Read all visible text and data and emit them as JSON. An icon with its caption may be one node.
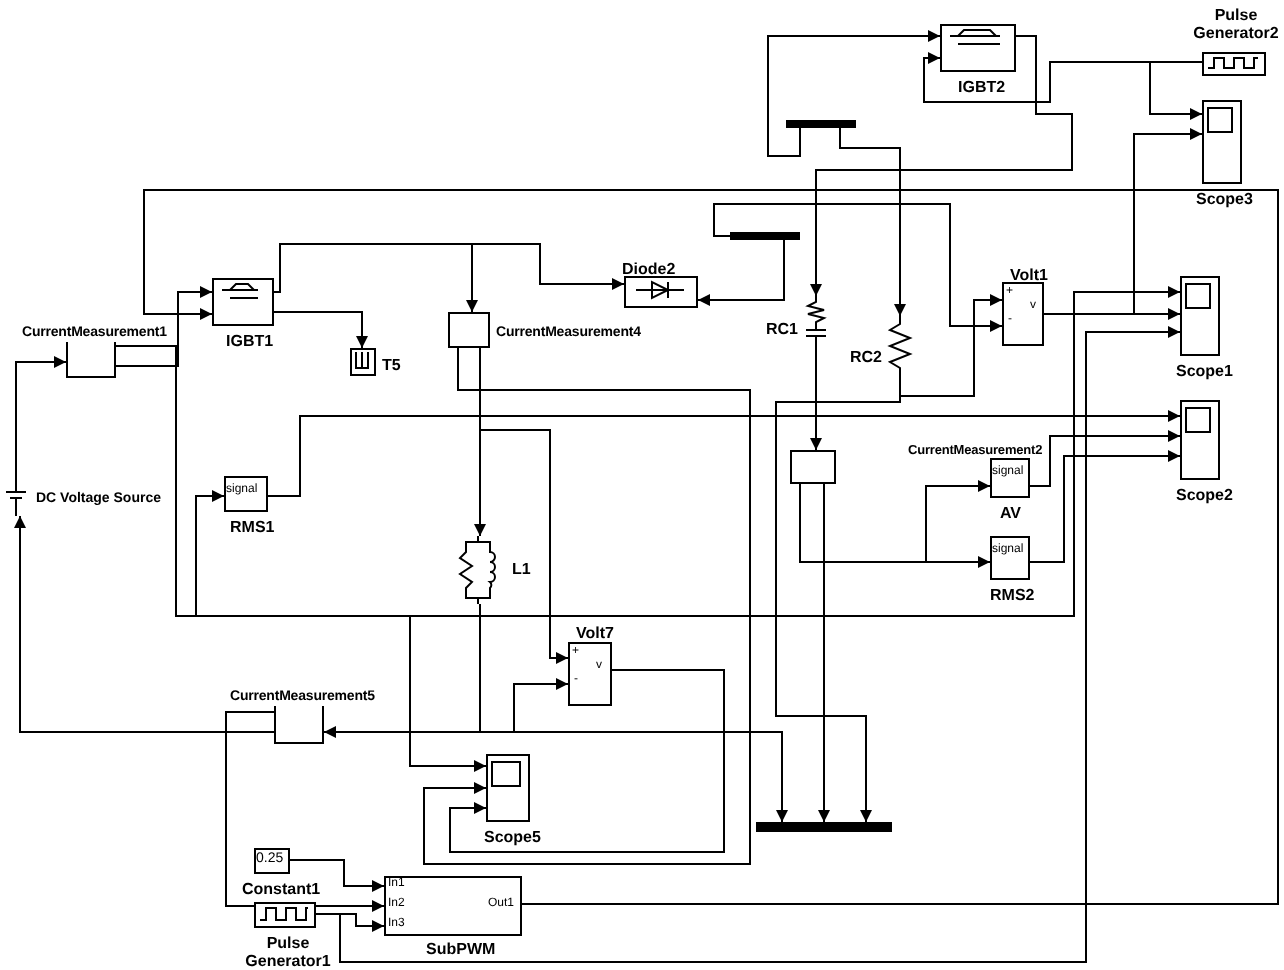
{
  "diagram": {
    "nodes": [
      {
        "text": [
          "DC Voltage Source"
        ]
      },
      {
        "text": [
          "CurrentMeasurement1"
        ]
      },
      {
        "text": [
          "IGBT1"
        ]
      },
      {
        "text": [
          "T5"
        ]
      },
      {
        "text": [
          "CurrentMeasurement4"
        ]
      },
      {
        "text": [
          "Diode2"
        ]
      },
      {
        "text": [
          "RC1"
        ]
      },
      {
        "text": [
          "RC2"
        ]
      },
      {
        "text": [
          "Volt1",
          "+",
          "-",
          "v"
        ]
      },
      {
        "text": [
          "Scope1"
        ]
      },
      {
        "text": [
          "Scope2"
        ]
      },
      {
        "text": [
          "IGBT2"
        ]
      },
      {
        "text": [
          "Pulse Generator2"
        ]
      },
      {
        "text": [
          "Scope3"
        ]
      },
      {
        "text": [
          "signal",
          "RMS1"
        ]
      },
      {
        "text": [
          "L1"
        ]
      },
      {
        "text": [
          "CurrentMeasurement2"
        ]
      },
      {
        "text": [
          "signal",
          "AV"
        ]
      },
      {
        "text": [
          "signal",
          "RMS2"
        ]
      },
      {
        "text": [
          "Volt7",
          "+",
          "-",
          "v"
        ]
      },
      {
        "text": [
          "CurrentMeasurement5"
        ]
      },
      {
        "text": [
          "Scope5"
        ]
      },
      {
        "text": [
          "0.25",
          "Constant1"
        ]
      },
      {
        "text": [
          "SubPWM",
          "In1",
          "In2",
          "In3",
          "Out1"
        ]
      },
      {
        "text": [
          "Pulse Generator1"
        ]
      },
      {
        "text": [],
        "shape": "bar"
      },
      {
        "text": [],
        "shape": "bar"
      },
      {
        "text": [],
        "shape": "bar"
      }
    ],
    "edges": [
      {
        "from": 0,
        "to": 1,
        "arrow": "to"
      },
      {
        "from": 20,
        "to": 0,
        "arrow": "to"
      },
      {
        "from": 1,
        "to": 2,
        "arrow": "to"
      },
      {
        "from": 2,
        "to": 3,
        "arrow": "to"
      },
      {
        "from": 2,
        "to": 4,
        "arrow": "to"
      },
      {
        "from": 2,
        "to": 5,
        "arrow": "to"
      },
      {
        "from": 26,
        "to": 5,
        "arrow": "to"
      },
      {
        "from": 26,
        "to": 8,
        "arrow": "to"
      },
      {
        "from": 7,
        "to": 8,
        "arrow": "to"
      },
      {
        "from": 25,
        "to": 7,
        "arrow": "to"
      },
      {
        "from": 25,
        "to": 11,
        "arrow": "to"
      },
      {
        "from": 11,
        "to": 6,
        "arrow": "to"
      },
      {
        "from": 12,
        "to": 11,
        "arrow": "to"
      },
      {
        "from": 12,
        "to": 13,
        "arrow": "to"
      },
      {
        "from": 8,
        "to": 9,
        "arrow": "to"
      },
      {
        "from": 8,
        "to": 13,
        "arrow": "to"
      },
      {
        "from": 24,
        "to": 9,
        "arrow": "to"
      },
      {
        "from": 1,
        "to": 9,
        "arrow": "to"
      },
      {
        "from": 1,
        "to": 14,
        "arrow": "to"
      },
      {
        "from": 1,
        "to": 21,
        "arrow": "to"
      },
      {
        "from": 4,
        "to": 21,
        "arrow": "to"
      },
      {
        "from": 4,
        "to": 15,
        "arrow": "to"
      },
      {
        "from": 4,
        "to": 19,
        "arrow": "to"
      },
      {
        "from": 15,
        "to": 19,
        "arrow": "to"
      },
      {
        "from": 15,
        "to": 20,
        "arrow": "to"
      },
      {
        "from": 15,
        "to": 27,
        "arrow": "to"
      },
      {
        "from": 16,
        "to": 27,
        "arrow": "to"
      },
      {
        "from": 7,
        "to": 27,
        "arrow": "to"
      },
      {
        "from": 16,
        "to": 17,
        "arrow": "to"
      },
      {
        "from": 16,
        "to": 18,
        "arrow": "to"
      },
      {
        "from": 14,
        "to": 10,
        "arrow": "to"
      },
      {
        "from": 17,
        "to": 10,
        "arrow": "to"
      },
      {
        "from": 18,
        "to": 10,
        "arrow": "to"
      },
      {
        "from": 19,
        "to": 21,
        "arrow": "to"
      },
      {
        "from": 22,
        "to": 23,
        "arrow": "to"
      },
      {
        "from": 20,
        "to": 23,
        "arrow": "to"
      },
      {
        "from": 24,
        "to": 23,
        "arrow": "to"
      },
      {
        "from": 23,
        "to": 2,
        "arrow": "to"
      },
      {
        "from": 6,
        "to": 16,
        "arrow": "to"
      }
    ]
  }
}
